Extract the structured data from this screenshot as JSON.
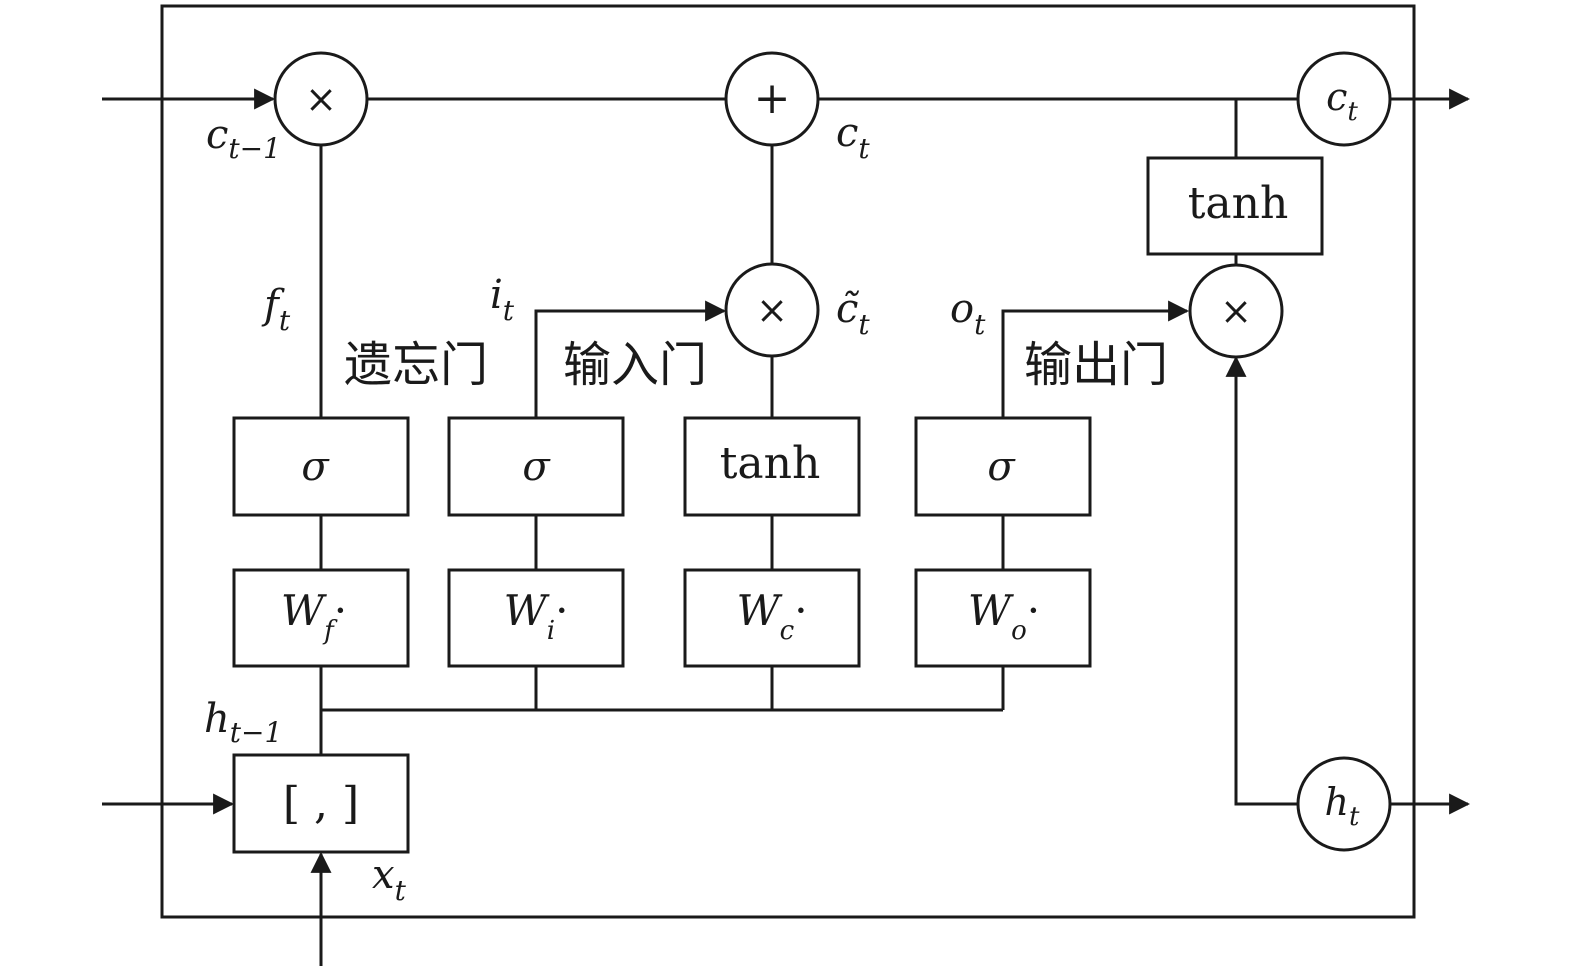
{
  "ops": {
    "times": "×",
    "plus": "+"
  },
  "labels": {
    "c_prev": {
      "base": "c",
      "sub": "t−1"
    },
    "c_t_mid": {
      "base": "c",
      "sub": "t"
    },
    "c_t_out": {
      "base": "c",
      "sub": "t"
    },
    "c_tilde": {
      "base": "c̃",
      "sub": "t"
    },
    "f_t": {
      "base": "f",
      "sub": "t"
    },
    "i_t": {
      "base": "i",
      "sub": "t"
    },
    "o_t": {
      "base": "o",
      "sub": "t"
    },
    "h_prev": {
      "base": "h",
      "sub": "t−1"
    },
    "h_t": {
      "base": "h",
      "sub": "t"
    },
    "x_t": {
      "base": "x",
      "sub": "t"
    }
  },
  "gates": {
    "forget": "遗忘门",
    "input": "输入门",
    "output": "输出门"
  },
  "boxes": {
    "sigma_f": "σ",
    "sigma_i": "σ",
    "tanh_c": "tanh",
    "sigma_o": "σ",
    "tanh_out": "tanh",
    "concat": "[ , ]"
  },
  "weights": {
    "w_f": {
      "base": "W",
      "sub": "f",
      "dot": "·"
    },
    "w_i": {
      "base": "W",
      "sub": "i",
      "dot": "·"
    },
    "w_c": {
      "base": "W",
      "sub": "c",
      "dot": "·"
    },
    "w_o": {
      "base": "W",
      "sub": "o",
      "dot": "·"
    }
  }
}
